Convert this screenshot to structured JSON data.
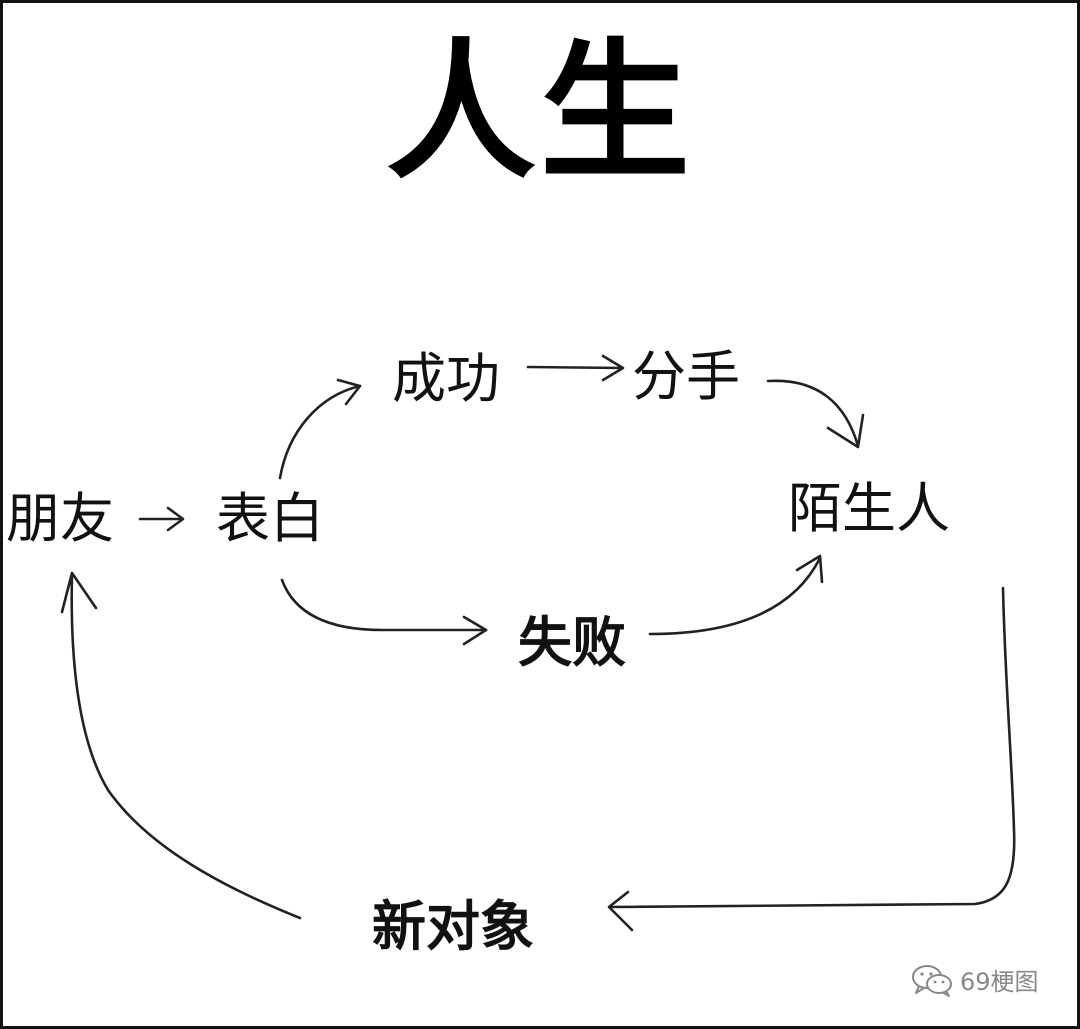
{
  "title": "人生",
  "nodes": {
    "friend": "朋友",
    "confess": "表白",
    "success": "成功",
    "breakup": "分手",
    "stranger": "陌生人",
    "failure": "失败",
    "new_partner": "新对象"
  },
  "arrow_between": "→",
  "watermark": {
    "icon": "wechat-icon",
    "text": "69梗图"
  }
}
